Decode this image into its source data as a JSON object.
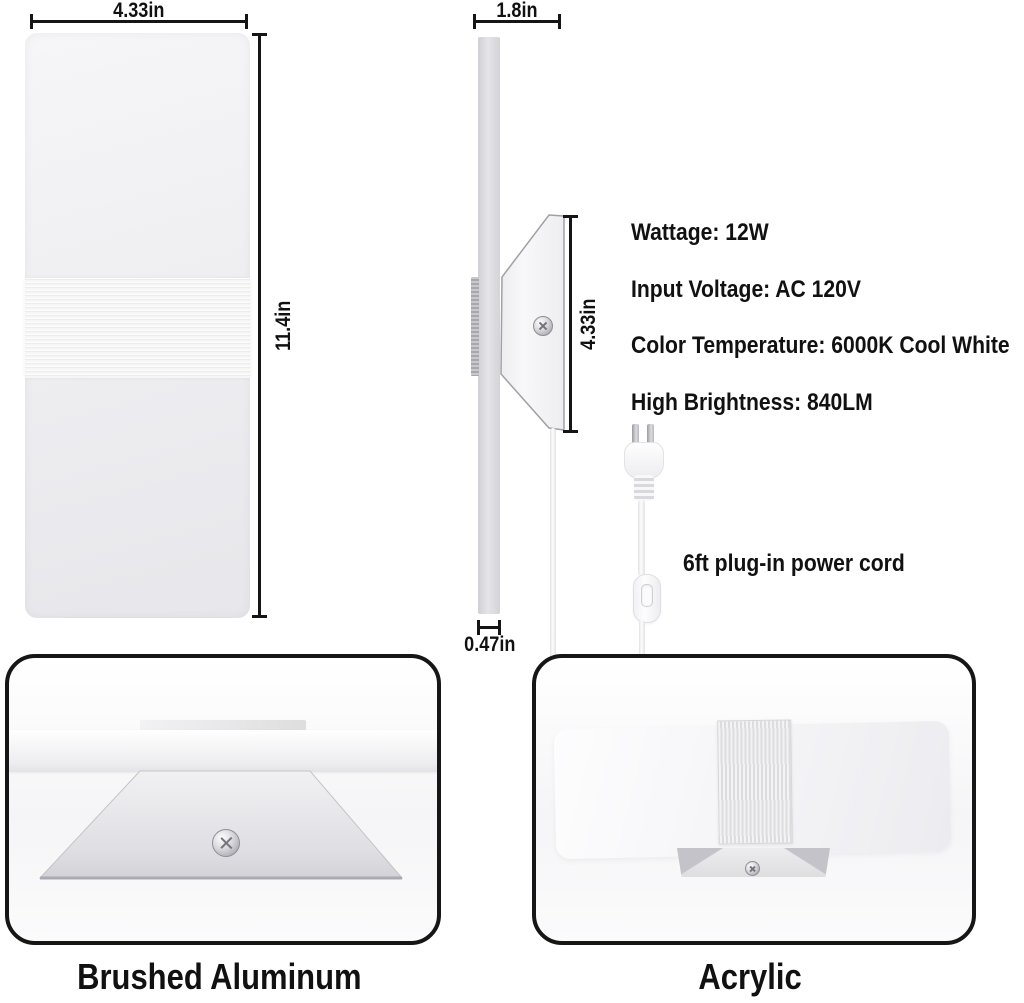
{
  "front_view": {
    "width_label": "4.33in",
    "height_label": "11.4in"
  },
  "side_view": {
    "width_label": "1.8in",
    "bracket_height_label": "4.33in",
    "thickness_label": "0.47in"
  },
  "specs": {
    "wattage": "Wattage: 12W",
    "input_voltage": "Input Voltage: AC 120V",
    "color_temperature": "Color Temperature: 6000K Cool White",
    "brightness": "High Brightness: 840LM"
  },
  "cord": {
    "label": "6ft plug-in power cord"
  },
  "materials": {
    "left_label": "Brushed Aluminum",
    "right_label": "Acrylic"
  },
  "colors": {
    "dimension_line": "#151515",
    "text": "#111111",
    "box_border": "#161616",
    "background": "#ffffff"
  }
}
